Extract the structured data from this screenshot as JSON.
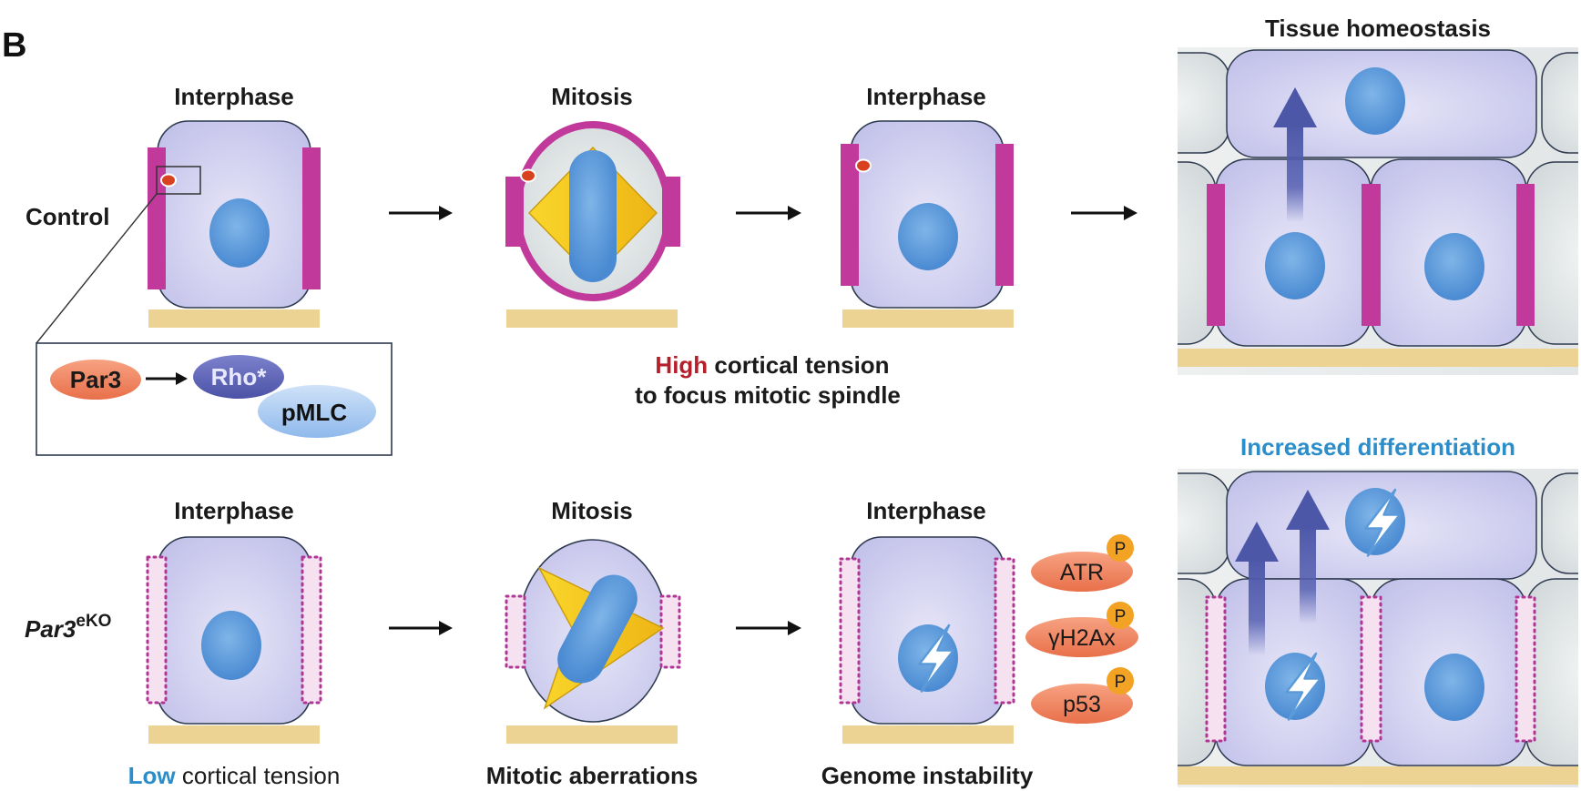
{
  "panel_letter": "B",
  "rows": {
    "control": {
      "label": "Control",
      "stage1": "Interphase",
      "stage2": "Mitosis",
      "stage3": "Interphase",
      "result_title": "Tissue homeostasis",
      "caption_highlight": "High",
      "caption_rest": " cortical tension",
      "caption_line2": "to focus mitotic spindle"
    },
    "knockout": {
      "label_main": "Par3",
      "label_sup": "eKO",
      "stage1": "Interphase",
      "stage2": "Mitosis",
      "stage3": "Interphase",
      "result_title": "Increased differentiation",
      "caption1_highlight": "Low",
      "caption1_rest": " cortical tension",
      "caption2": "Mitotic aberrations",
      "caption3": "Genome instability"
    }
  },
  "inset": {
    "par3": "Par3",
    "rho": "Rho*",
    "pmlc": "pMLC"
  },
  "damage_markers": [
    {
      "label": "ATR",
      "phospho": "P"
    },
    {
      "label": "γH2Ax",
      "phospho": "P"
    },
    {
      "label": "p53",
      "phospho": "P"
    }
  ],
  "colors": {
    "cortex_magenta": "#c0399b",
    "cell_lavender": "#c9c8ec",
    "nucleus_blue": "#5b9ad9",
    "spindle_yellow": "#f2c21a",
    "basement_tan": "#ecd394",
    "arrow_purple": "#5560b0",
    "high_red": "#b51f2b",
    "low_blue": "#2b8dc9",
    "marker_orange": "#ee7a4e"
  }
}
